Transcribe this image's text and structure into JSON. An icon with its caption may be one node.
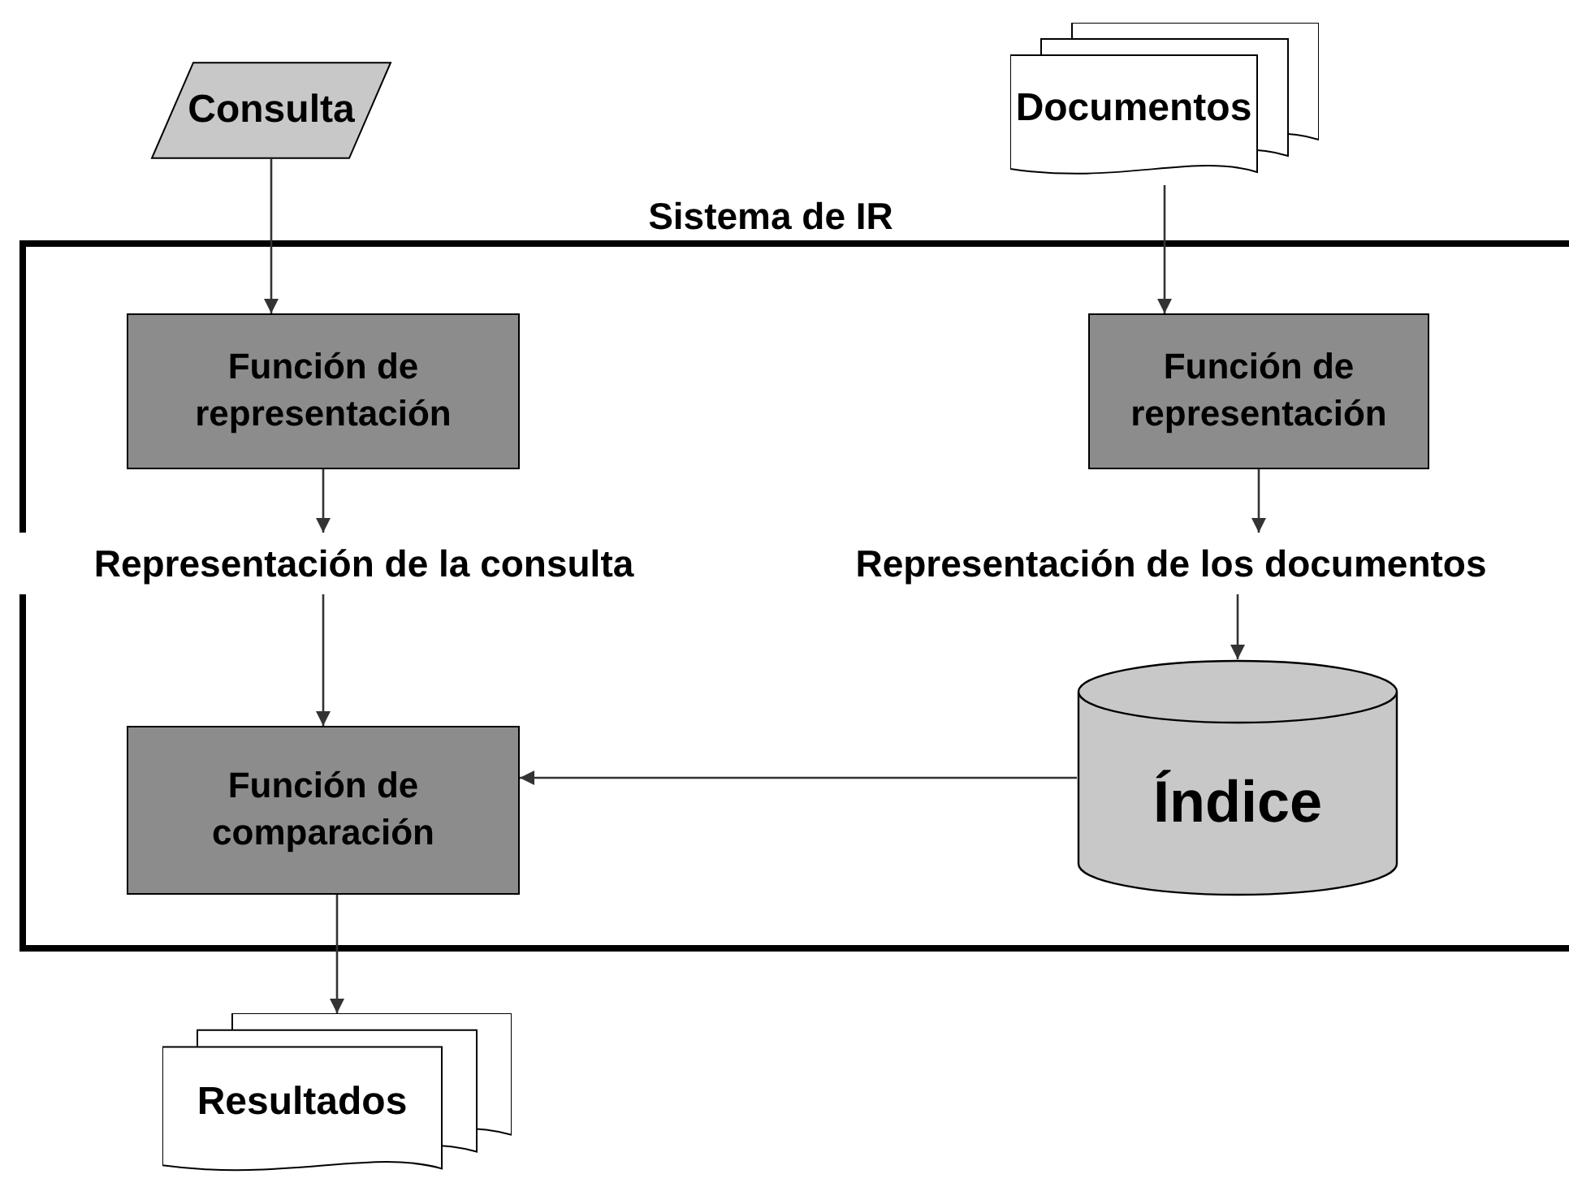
{
  "diagram": {
    "nodes": [
      {
        "text": [
          "Consulta"
        ]
      },
      {
        "text": [
          "Documentos"
        ]
      },
      {
        "text": [
          "Sistema de IR"
        ]
      },
      {
        "text": [
          "Función de representación"
        ],
        "in": 2
      },
      {
        "text": [
          "Función de representación"
        ],
        "in": 2
      },
      {
        "text": [
          "Representación de la consulta"
        ],
        "in": 2
      },
      {
        "text": [
          "Representación de los documentos"
        ],
        "in": 2
      },
      {
        "text": [
          "Índice"
        ],
        "in": 2
      },
      {
        "text": [
          "Función de comparación"
        ],
        "in": 2
      },
      {
        "text": [
          "Resultados"
        ]
      }
    ],
    "edges": [
      {
        "from": 0,
        "to": 3,
        "arrow": "to"
      },
      {
        "from": 1,
        "to": 4,
        "arrow": "to"
      },
      {
        "from": 3,
        "to": 5,
        "arrow": "to"
      },
      {
        "from": 5,
        "to": 8,
        "arrow": "to"
      },
      {
        "from": 4,
        "to": 6,
        "arrow": "to"
      },
      {
        "from": 6,
        "to": 7,
        "arrow": "to"
      },
      {
        "from": 7,
        "to": 8,
        "arrow": "to"
      },
      {
        "from": 8,
        "to": 9,
        "arrow": "to"
      }
    ]
  }
}
